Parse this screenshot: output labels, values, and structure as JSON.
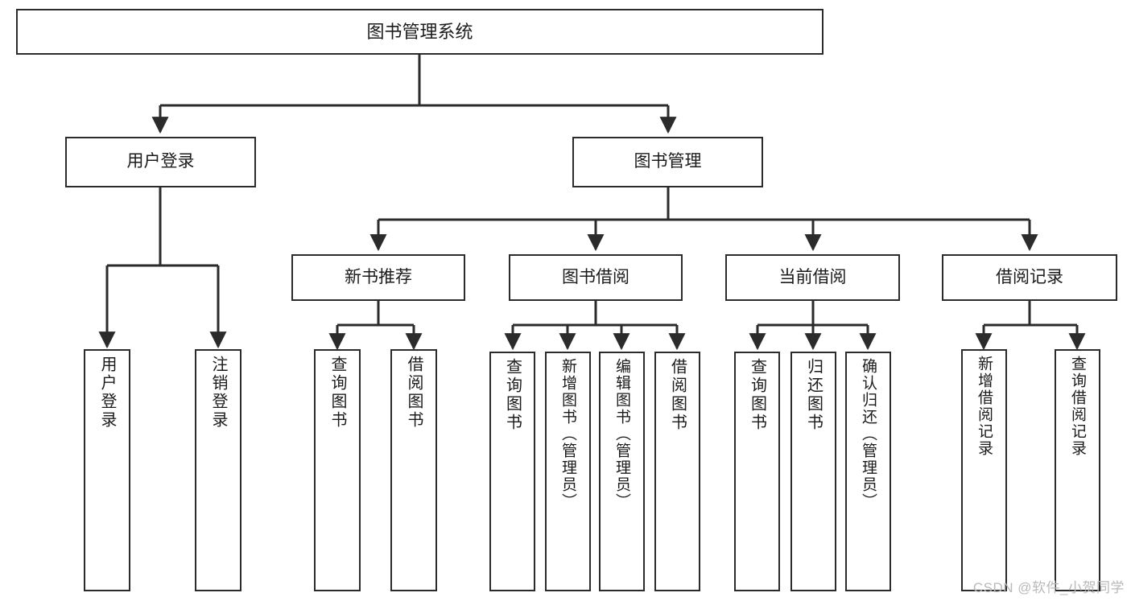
{
  "diagram": {
    "title": "图书管理系统",
    "watermark": "CSDN @软件_小贺同学",
    "accent_color": "#2b2b2b",
    "background_color": "#ffffff",
    "nodes": {
      "root": {
        "label": "图书管理系统"
      },
      "level2": [
        {
          "id": "user-login",
          "label": "用户登录"
        },
        {
          "id": "book-manage",
          "label": "图书管理"
        }
      ],
      "level3": [
        {
          "id": "new-book-recommend",
          "label": "新书推荐"
        },
        {
          "id": "book-borrow",
          "label": "图书借阅"
        },
        {
          "id": "current-borrow",
          "label": "当前借阅"
        },
        {
          "id": "borrow-record",
          "label": "借阅记录"
        }
      ],
      "leaves": [
        {
          "id": "leaf-user-login",
          "label": "用户登录",
          "parent": "user-login"
        },
        {
          "id": "leaf-logout-login",
          "label": "注销登录",
          "parent": "user-login"
        },
        {
          "id": "leaf-query-book-1",
          "label": "查询图书",
          "parent": "new-book-recommend"
        },
        {
          "id": "leaf-borrow-book-1",
          "label": "借阅图书",
          "parent": "new-book-recommend"
        },
        {
          "id": "leaf-query-book-2",
          "label": "查询图书",
          "parent": "book-borrow"
        },
        {
          "id": "leaf-add-book",
          "label": "新增图书（管理员）",
          "parent": "book-borrow"
        },
        {
          "id": "leaf-edit-book",
          "label": "编辑图书（管理员）",
          "parent": "book-borrow"
        },
        {
          "id": "leaf-borrow-book-2",
          "label": "借阅图书",
          "parent": "book-borrow"
        },
        {
          "id": "leaf-query-book-3",
          "label": "查询图书",
          "parent": "current-borrow"
        },
        {
          "id": "leaf-return-book",
          "label": "归还图书",
          "parent": "current-borrow"
        },
        {
          "id": "leaf-confirm-return",
          "label": "确认归还（管理员）",
          "parent": "current-borrow"
        },
        {
          "id": "leaf-add-record",
          "label": "新增借阅记录",
          "parent": "borrow-record"
        },
        {
          "id": "leaf-query-record",
          "label": "查询借阅记录",
          "parent": "borrow-record"
        }
      ]
    }
  }
}
